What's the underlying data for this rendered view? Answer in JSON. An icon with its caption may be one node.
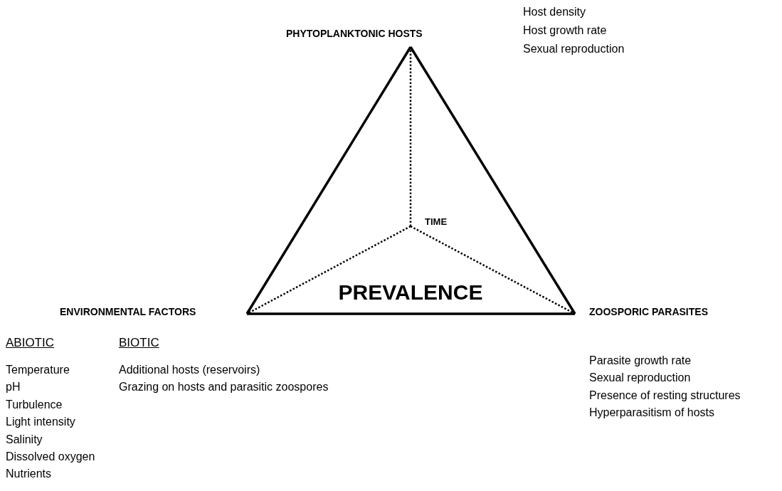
{
  "diagram": {
    "nodes": [
      {
        "text": [
          "PHYTOPLANKTONIC HOSTS"
        ],
        "beside": [
          "Host density",
          "Host growth rate",
          "Sexual reproduction"
        ]
      },
      {
        "text": [
          "ENVIRONMENTAL FACTORS"
        ]
      },
      {
        "text": [
          "ZOOSPORIC PARASITES"
        ],
        "beside": [
          "Parasite growth rate",
          "Sexual reproduction",
          "Presence of resting structures",
          "Hyperparasitism of hosts"
        ]
      },
      {
        "text": [
          "TIME"
        ]
      }
    ],
    "edges": [
      {
        "from": 0,
        "to": 1,
        "arrow": "none"
      },
      {
        "from": 0,
        "to": 2,
        "arrow": "none"
      },
      {
        "from": 1,
        "to": 2,
        "arrow": "none"
      },
      {
        "from": 3,
        "to": 0,
        "arrow": "none",
        "style": "dashed"
      },
      {
        "from": 3,
        "to": 1,
        "arrow": "none",
        "style": "dashed"
      },
      {
        "from": 3,
        "to": 2,
        "arrow": "none",
        "style": "dashed"
      }
    ],
    "labels": [
      "PREVALENCE",
      "ABIOTIC",
      "Temperature",
      "pH",
      "Turbulence",
      "Light intensity",
      "Salinity",
      "Dissolved oxygen",
      "Nutrients",
      "BIOTIC",
      "Additional hosts (reservoirs)",
      "Grazing on hosts and parasitic zoospores"
    ]
  }
}
